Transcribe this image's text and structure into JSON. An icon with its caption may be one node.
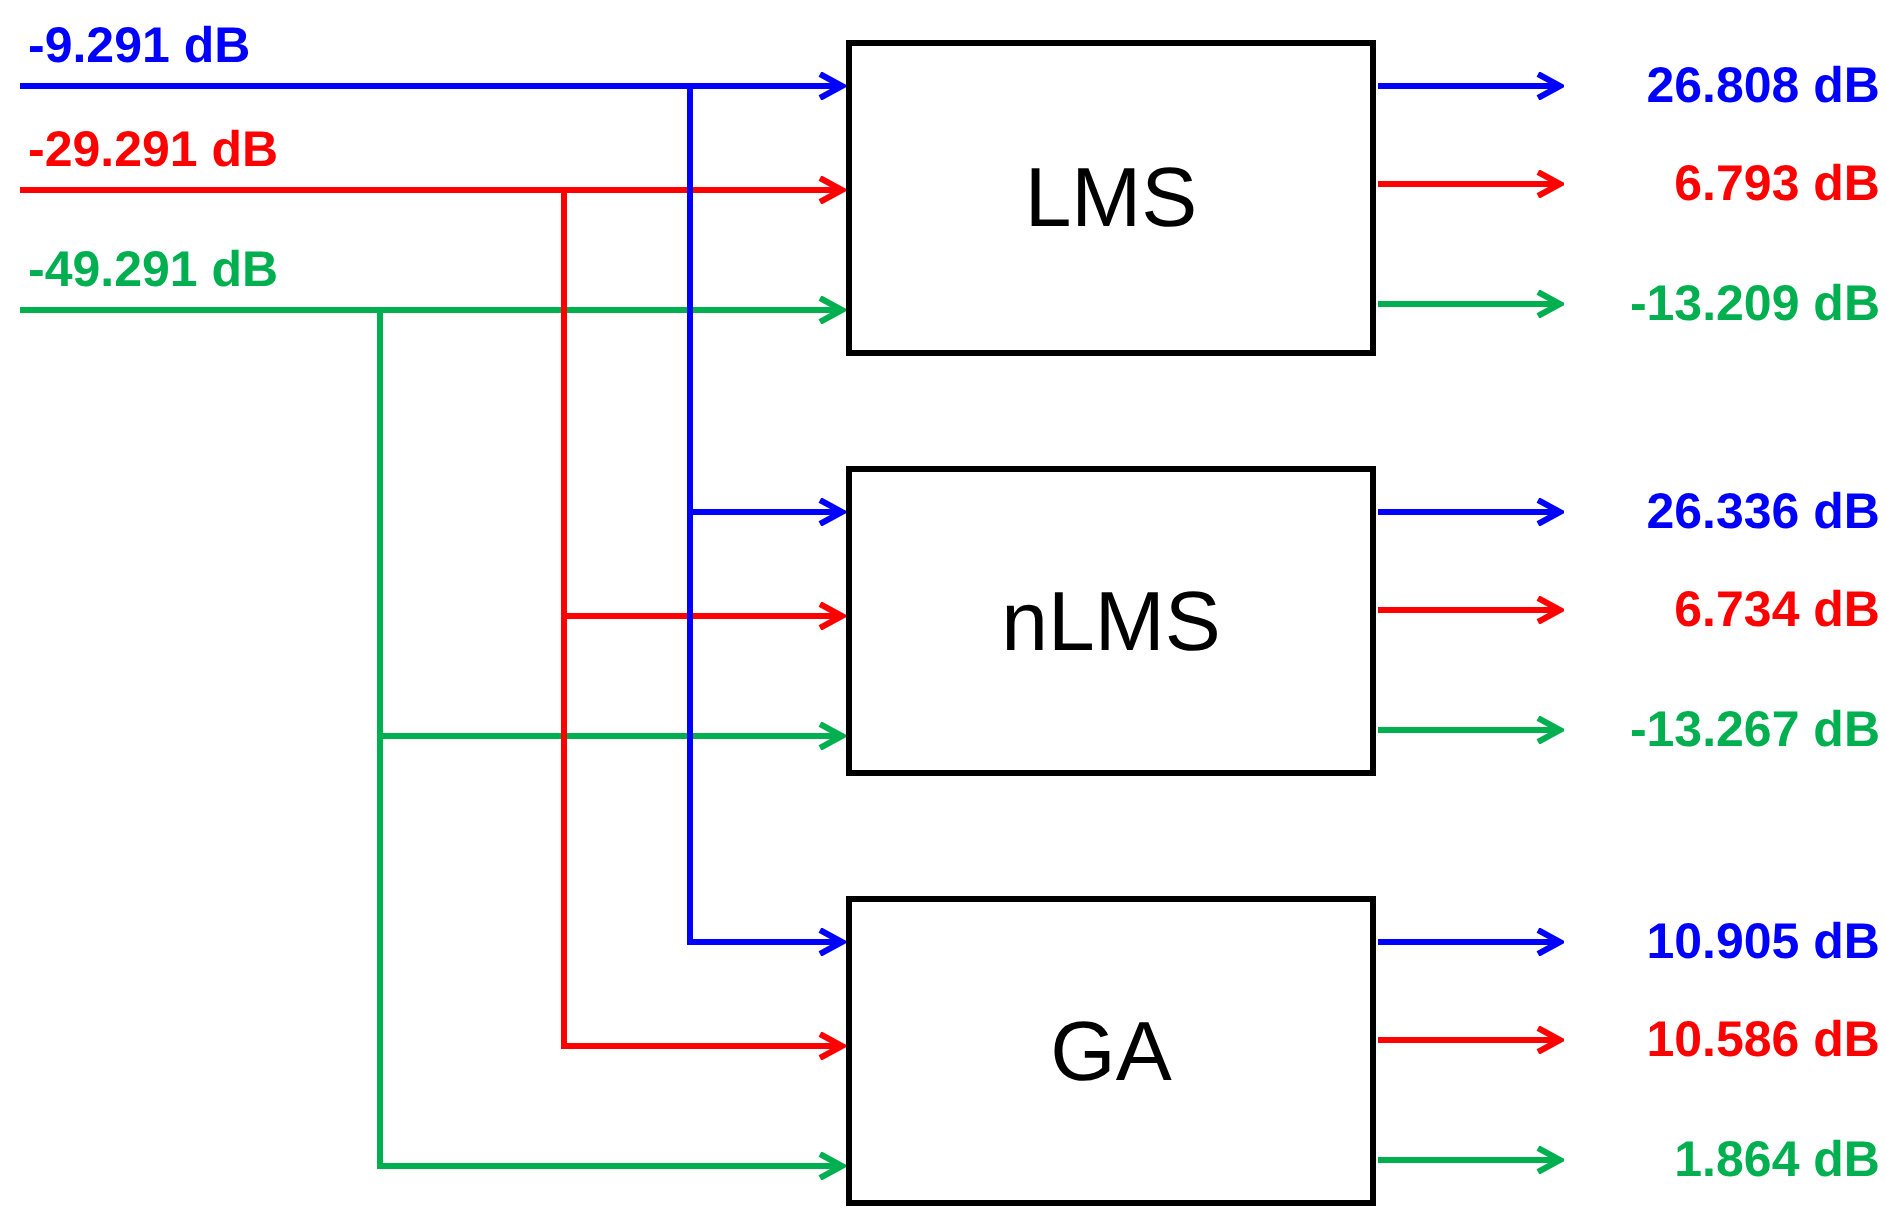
{
  "diagram": {
    "nodes": [
      {
        "text": [
          "-9.291 dB"
        ]
      },
      {
        "text": [
          "-29.291 dB"
        ]
      },
      {
        "text": [
          "-49.291 dB"
        ]
      },
      {
        "text": [
          "LMS"
        ]
      },
      {
        "text": [
          "nLMS"
        ]
      },
      {
        "text": [
          "GA"
        ]
      },
      {
        "text": [
          "26.808 dB"
        ]
      },
      {
        "text": [
          "6.793 dB"
        ]
      },
      {
        "text": [
          "-13.209 dB"
        ]
      },
      {
        "text": [
          "26.336 dB"
        ]
      },
      {
        "text": [
          "6.734 dB"
        ]
      },
      {
        "text": [
          "-13.267 dB"
        ]
      },
      {
        "text": [
          "10.905 dB"
        ]
      },
      {
        "text": [
          "10.586 dB"
        ]
      },
      {
        "text": [
          "1.864 dB"
        ]
      }
    ],
    "edges": [
      {
        "from": 0,
        "to": 3,
        "arrow": "to",
        "color": "#0000ff"
      },
      {
        "from": 1,
        "to": 3,
        "arrow": "to",
        "color": "#ff0000"
      },
      {
        "from": 2,
        "to": 3,
        "arrow": "to",
        "color": "#00b050"
      },
      {
        "from": 0,
        "to": 4,
        "arrow": "to",
        "color": "#0000ff"
      },
      {
        "from": 1,
        "to": 4,
        "arrow": "to",
        "color": "#ff0000"
      },
      {
        "from": 2,
        "to": 4,
        "arrow": "to",
        "color": "#00b050"
      },
      {
        "from": 0,
        "to": 5,
        "arrow": "to",
        "color": "#0000ff"
      },
      {
        "from": 1,
        "to": 5,
        "arrow": "to",
        "color": "#ff0000"
      },
      {
        "from": 2,
        "to": 5,
        "arrow": "to",
        "color": "#00b050"
      },
      {
        "from": 3,
        "to": 6,
        "arrow": "to",
        "color": "#0000ff"
      },
      {
        "from": 3,
        "to": 7,
        "arrow": "to",
        "color": "#ff0000"
      },
      {
        "from": 3,
        "to": 8,
        "arrow": "to",
        "color": "#00b050"
      },
      {
        "from": 4,
        "to": 9,
        "arrow": "to",
        "color": "#0000ff"
      },
      {
        "from": 4,
        "to": 10,
        "arrow": "to",
        "color": "#ff0000"
      },
      {
        "from": 4,
        "to": 11,
        "arrow": "to",
        "color": "#00b050"
      },
      {
        "from": 5,
        "to": 12,
        "arrow": "to",
        "color": "#0000ff"
      },
      {
        "from": 5,
        "to": 13,
        "arrow": "to",
        "color": "#ff0000"
      },
      {
        "from": 5,
        "to": 14,
        "arrow": "to",
        "color": "#00b050"
      }
    ]
  }
}
